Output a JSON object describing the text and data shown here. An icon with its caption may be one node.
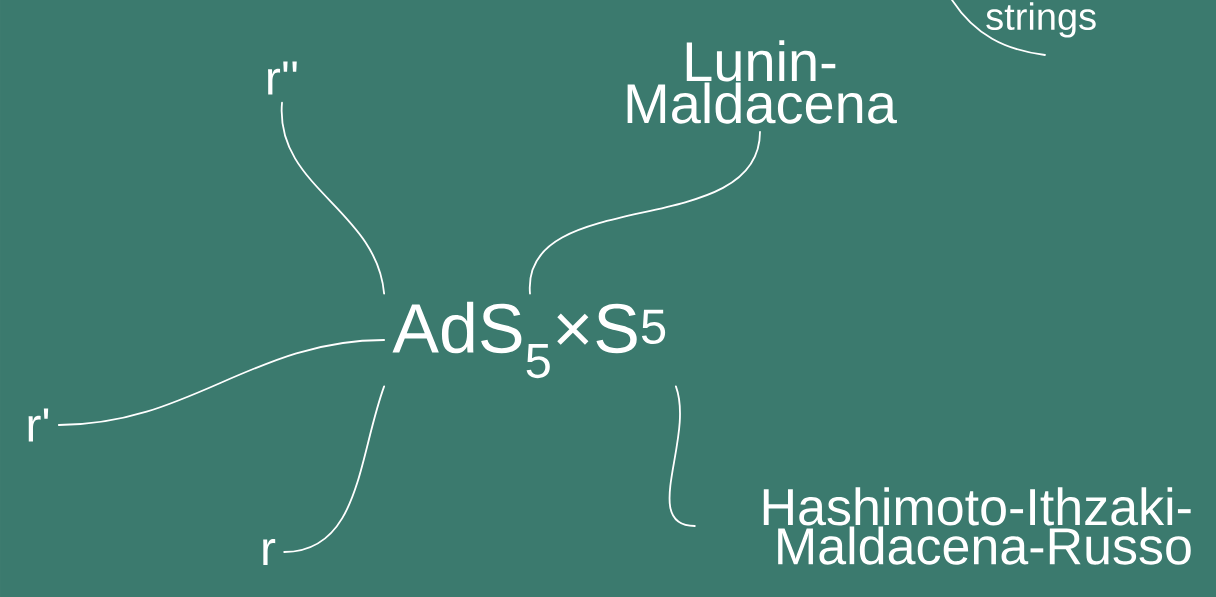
{
  "diagram": {
    "nodes": [
      {
        "text": [
          "AdS$_{5}$×S$^{5}$"
        ]
      },
      {
        "text": [
          "r''"
        ]
      },
      {
        "text": [
          "Lunin-Maldacena"
        ]
      },
      {
        "text": [
          "r'"
        ]
      },
      {
        "text": [
          "r"
        ]
      },
      {
        "text": [
          "Hashimoto-Ithzaki-Maldacena-Russo"
        ]
      }
    ],
    "edges": [
      {
        "from": 0,
        "to": 1,
        "arrow": "none"
      },
      {
        "from": 0,
        "to": 2,
        "arrow": "none"
      },
      {
        "from": 0,
        "to": 3,
        "arrow": "none"
      },
      {
        "from": 0,
        "to": 4,
        "arrow": "none"
      },
      {
        "from": 0,
        "to": 5,
        "arrow": "none"
      }
    ],
    "labels": [
      "strings"
    ]
  }
}
